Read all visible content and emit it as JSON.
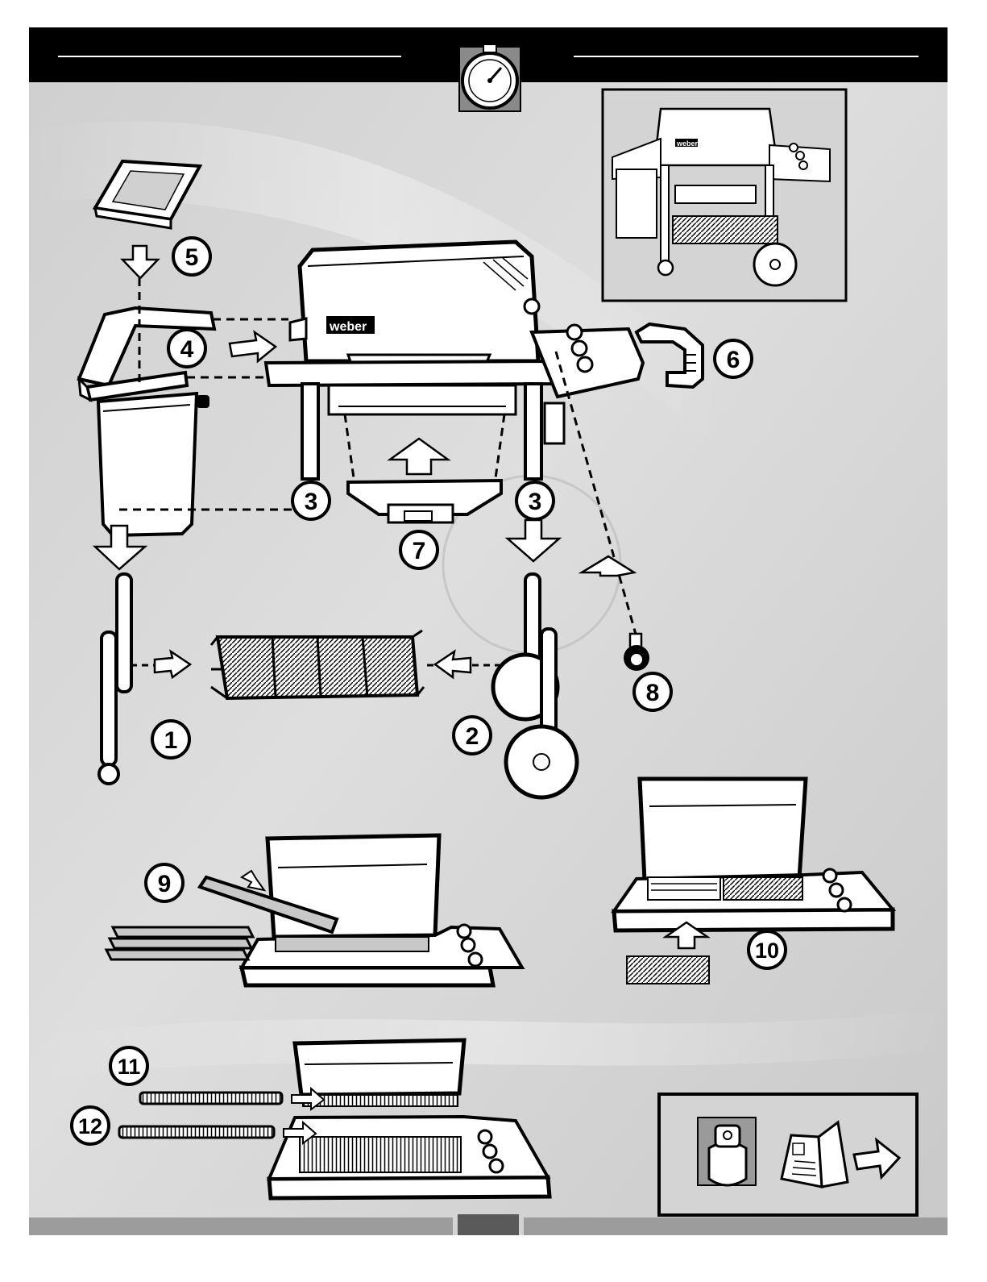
{
  "colors": {
    "header": "#000000",
    "panel_background": "#d6d6d6",
    "outline": "#000000",
    "part_fill": "#ffffff",
    "accent_gray": "#6e6e6e"
  },
  "header": {
    "icon": "stopwatch-icon"
  },
  "steps": {
    "s1": "1",
    "s2": "2",
    "s3a": "3",
    "s3b": "3",
    "s4": "4",
    "s5": "5",
    "s6": "6",
    "s7": "7",
    "s8": "8",
    "s9": "9",
    "s10": "10",
    "s11": "11",
    "s12": "12"
  },
  "inset": {
    "logo_text": "weber"
  },
  "main_grill": {
    "logo_text": "weber"
  },
  "final_box": {
    "icons": [
      "propane-tank-icon",
      "manual-book-icon",
      "arrow-right-icon"
    ]
  }
}
